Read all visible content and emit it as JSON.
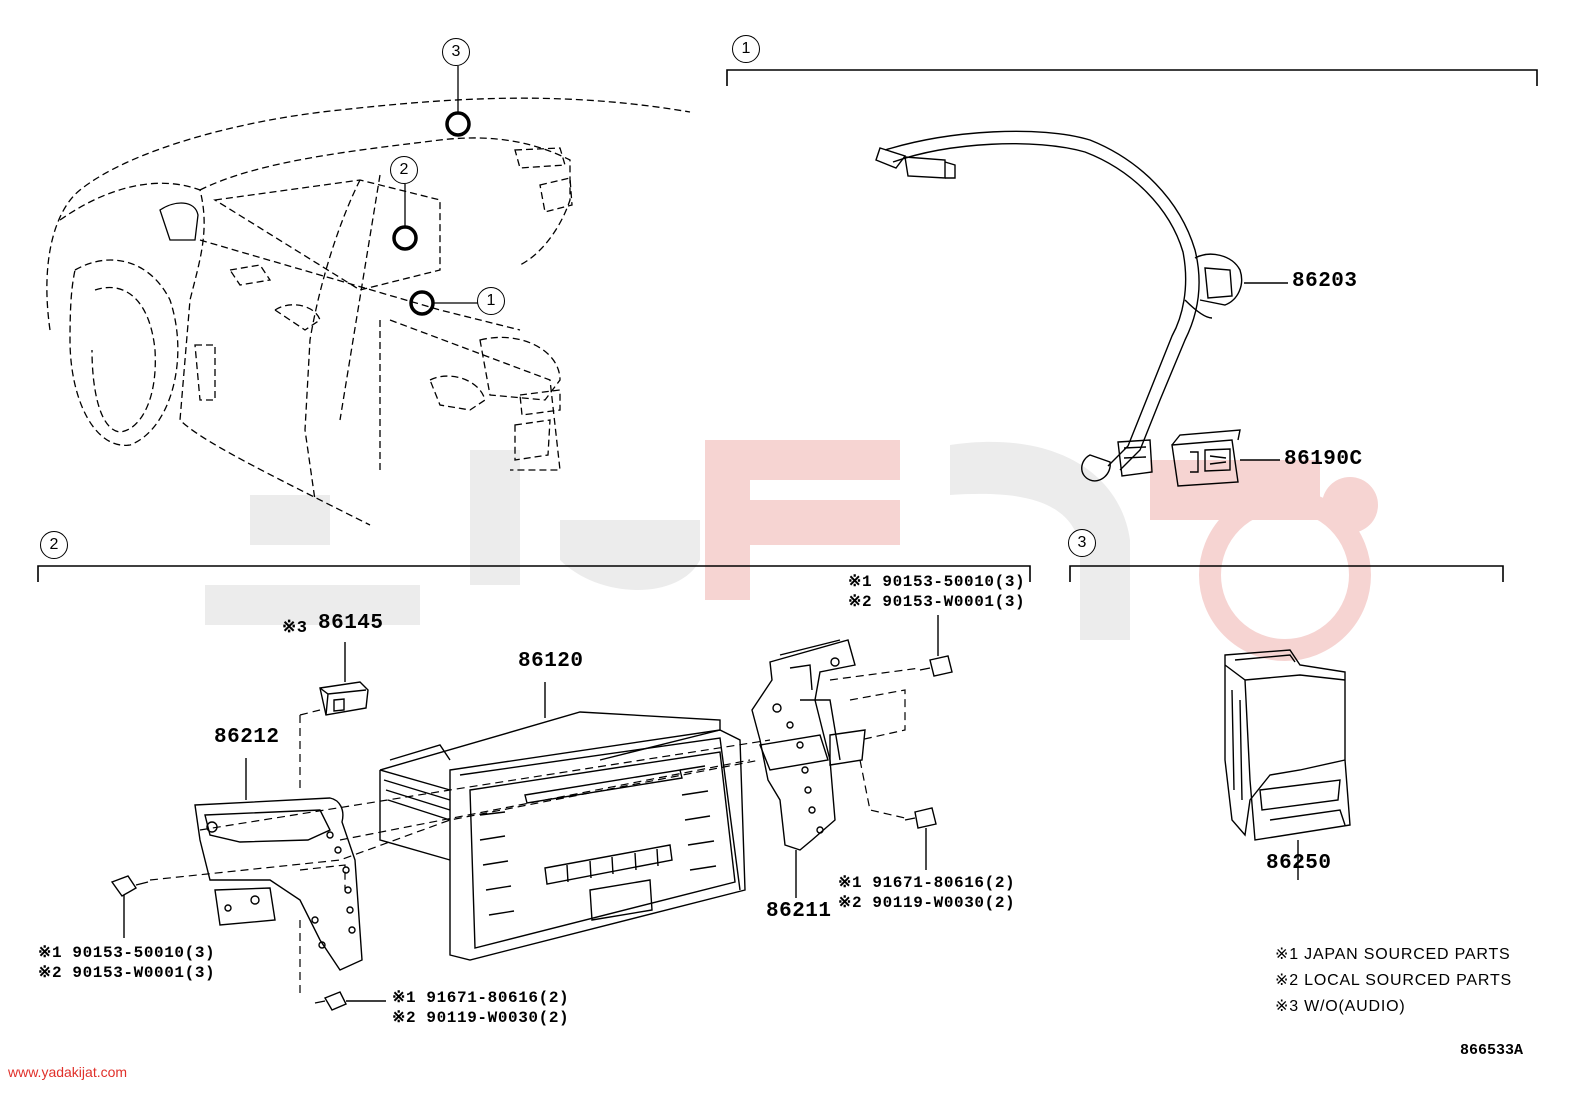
{
  "callouts": {
    "c1": "1",
    "c2": "2",
    "c3": "3"
  },
  "parts": {
    "p86203": "86203",
    "p86190C": "86190C",
    "p86145": "86145",
    "p86145_mark": "※3",
    "p86120": "86120",
    "p86212": "86212",
    "p86211": "86211",
    "p86250": "86250"
  },
  "bolt_notes": {
    "top_right_1": "※1 90153-50010(3)",
    "top_right_2": "※2 90153-W0001(3)",
    "left_1": "※1 90153-50010(3)",
    "left_2": "※2 90153-W0001(3)",
    "bottom_left_1": "※1 91671-80616(2)",
    "bottom_left_2": "※2 90119-W0030(2)",
    "right_mid_1": "※1 91671-80616(2)",
    "right_mid_2": "※2 90119-W0030(2)"
  },
  "legend": {
    "l1": "※1 JAPAN SOURCED PARTS",
    "l2": "※2 LOCAL SOURCED PARTS",
    "l3": "※3 W/O(AUDIO)"
  },
  "diagram_code": "866533A",
  "watermark_url": "www.yadakijat.com",
  "colors": {
    "line": "#000000",
    "watermark_gray": "#e8e8e8",
    "watermark_red": "#f4c9c7",
    "watermark_text": "#e0302a"
  }
}
